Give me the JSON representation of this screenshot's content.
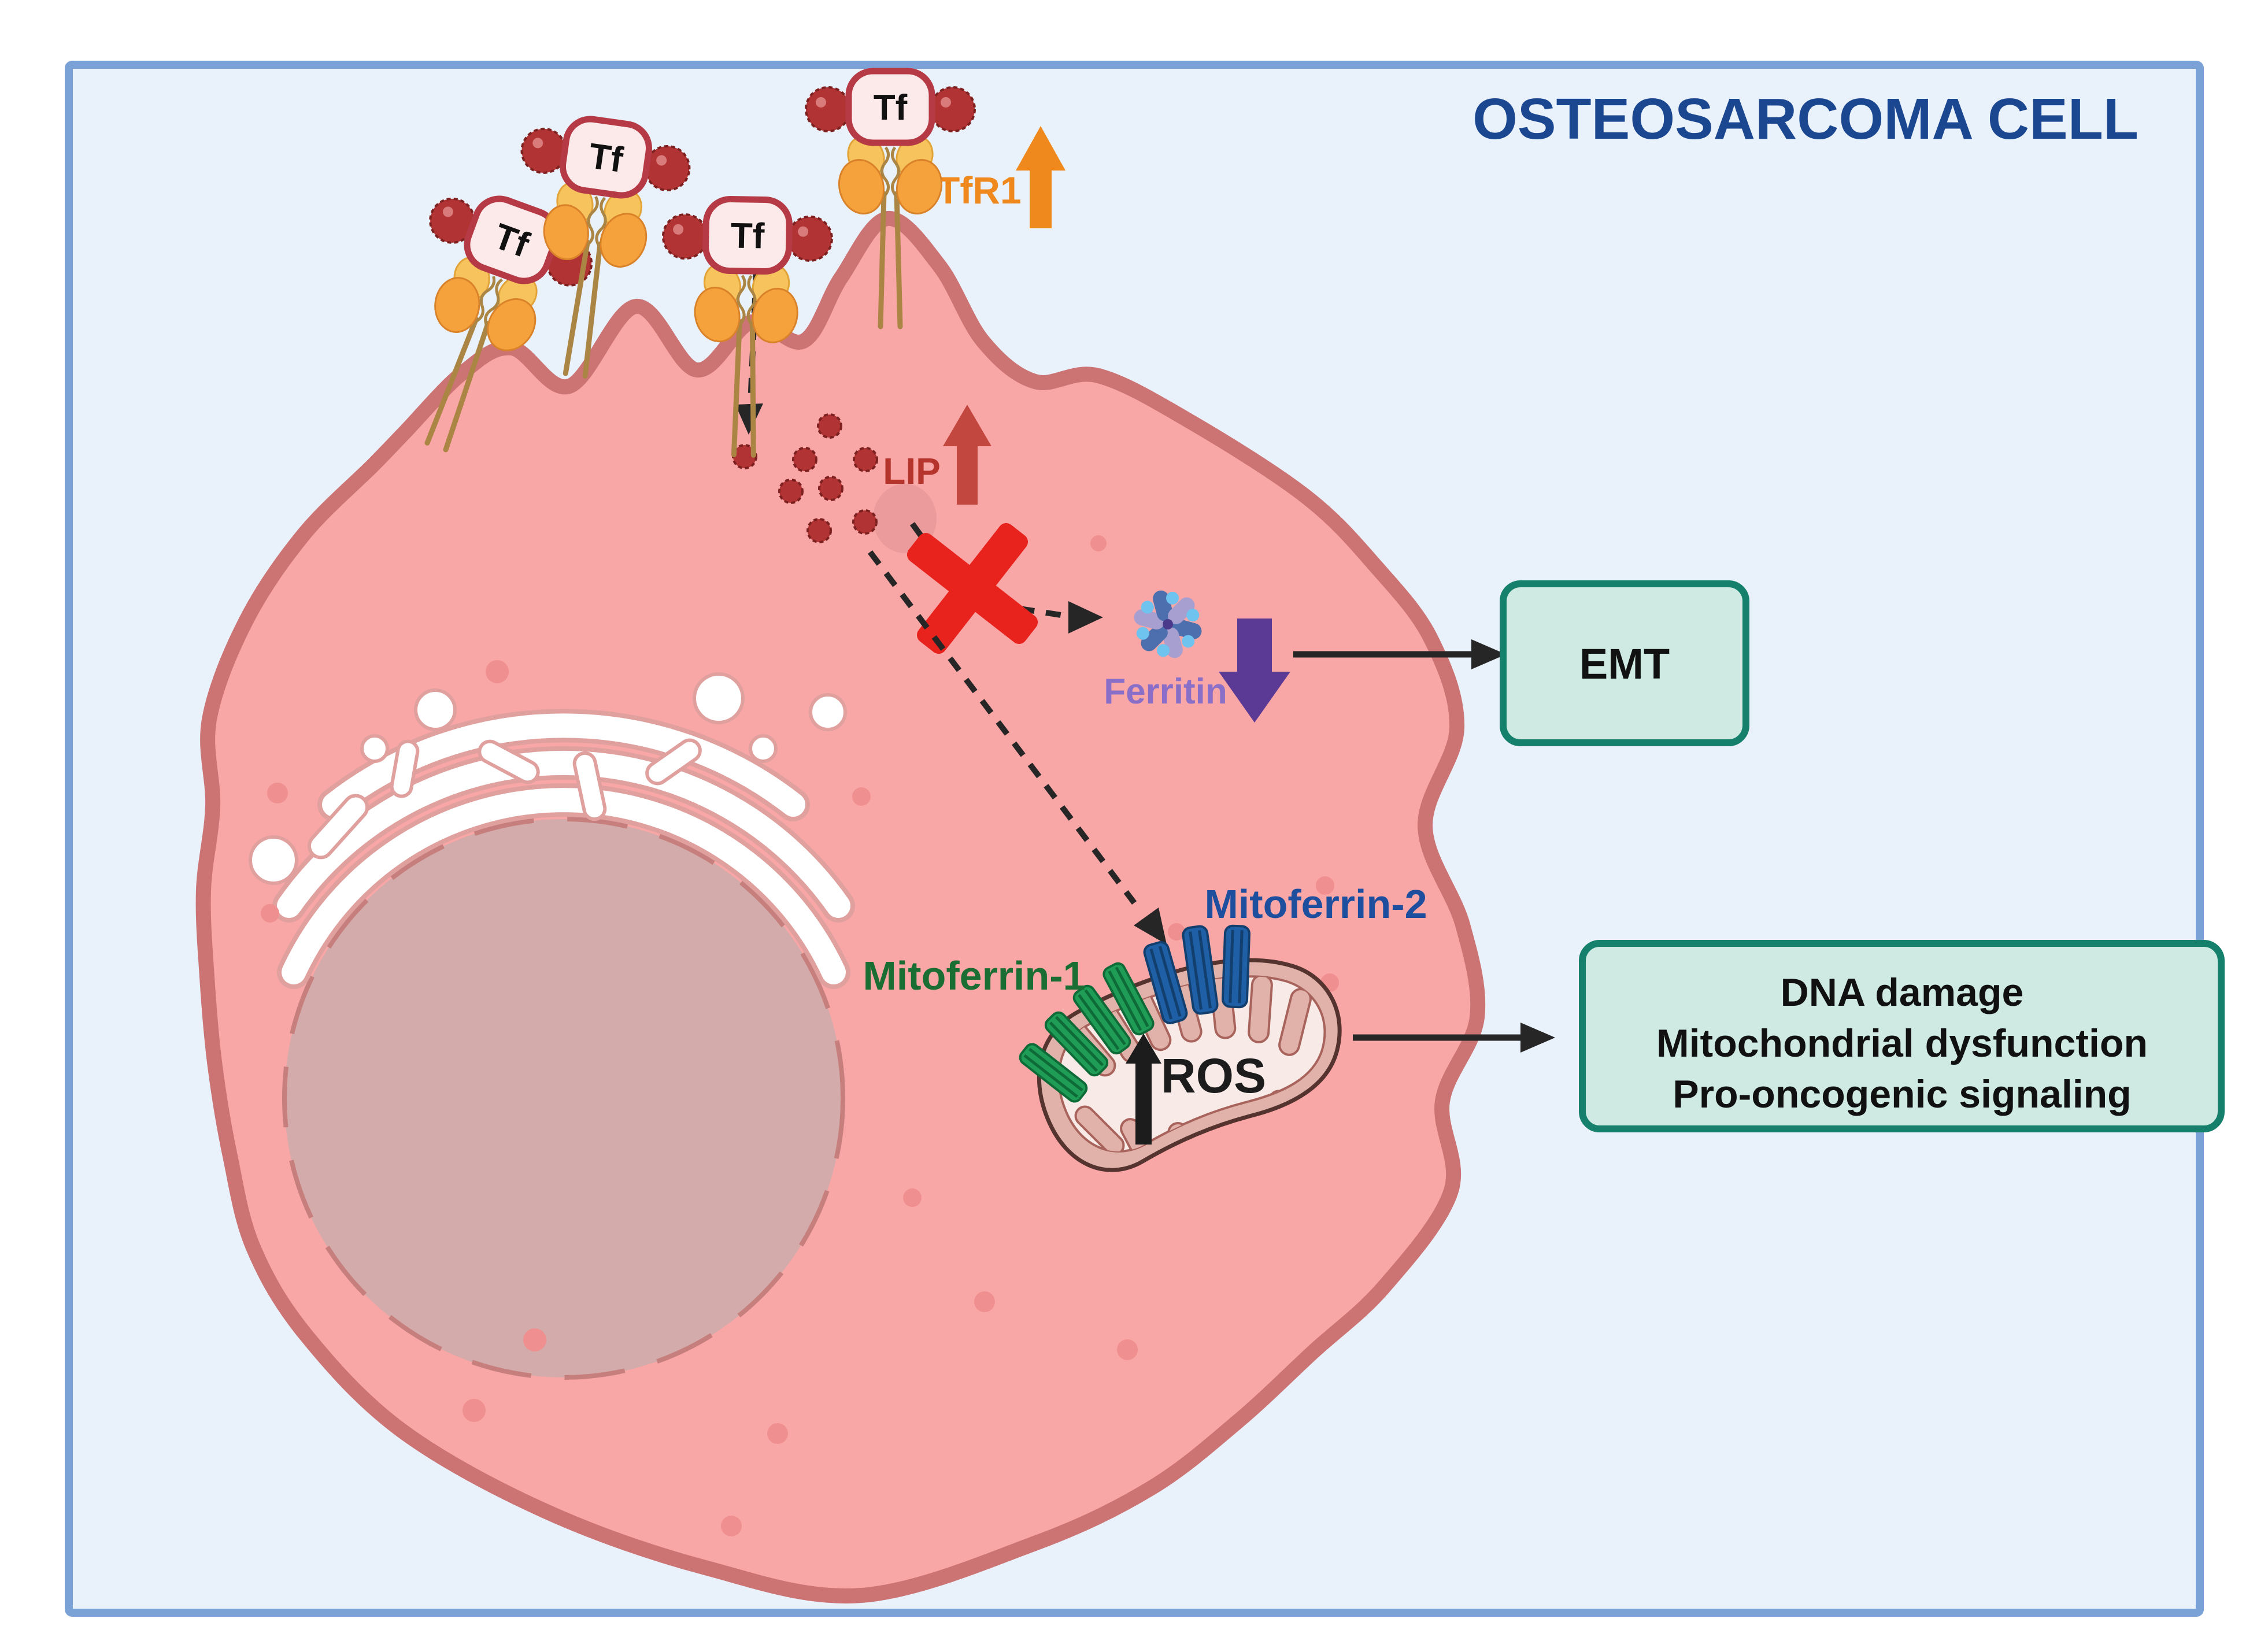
{
  "title": "OSTEOSARCOMA CELL",
  "labels": {
    "tf": "Tf",
    "tfr1": "TfR1",
    "lip": "LIP",
    "ferritin": "Ferritin",
    "mitoferrin1": "Mitoferrin-1",
    "mitoferrin2": "Mitoferrin-2",
    "ros": "ROS"
  },
  "boxes": {
    "emt": "EMT",
    "outcomes": [
      "DNA damage",
      "Mitochondrial dysfunction",
      "Pro-oncogenic signaling"
    ]
  },
  "colors": {
    "frame": "#7ba2d6",
    "canvas": "#e9f1fb",
    "cytoplasm": "#f9a6a6",
    "membrane": "#cc7474",
    "nucleus": "#d3abaa",
    "nucleusRim": "#c67f7d",
    "erOutline": "#dfa09e",
    "dotPink": "#ef8f8f",
    "iron": "#b13333",
    "ironEdge": "#7d2020",
    "tfFill": "#fce9e9",
    "tfBorder": "#b53a45",
    "receptorOrange": "#f5a13c",
    "receptorLight": "#f6c35c",
    "stalk": "#ab8544",
    "tfr1": "#f0891d",
    "lip": "#b5342c",
    "lipArrow": "#c2473f",
    "xRed": "#e8231d",
    "ferritinText": "#8a6fc8",
    "ferritinArrow": "#5b3a96",
    "ferBlue": "#4d6fae",
    "ferPurple": "#a79fd0",
    "ferLightBlue": "#6ec3ef",
    "ferCenter": "#4b3a8c",
    "mitoferrin1": "#1b6e33",
    "mitoferrin2": "#1d4f9e",
    "greenCh": "#1f9d57",
    "greenDark": "#0e6b38",
    "blueCh": "#1e5fa5",
    "blueDark": "#123f6e",
    "mitoOuter": "#e0b2a9",
    "mitoLine": "#55332e",
    "mitoMatrix": "#f8ebe7",
    "cristaLine": "#a8645c",
    "boxFill": "#cfeae2",
    "boxBorder": "#15806b",
    "arrowBlack": "#262626",
    "titleColor": "#1b4690",
    "ros": "#1c1c1c"
  }
}
